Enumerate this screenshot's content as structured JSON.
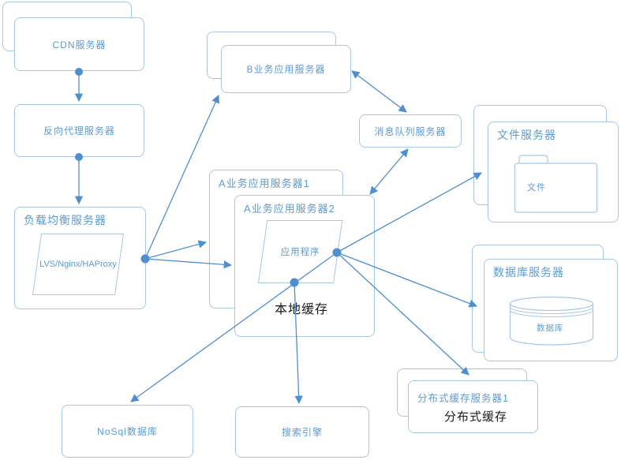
{
  "colors": {
    "box_border": "#a6c7e7",
    "label_blue": "#5b9bd5",
    "arrow_blue": "#4e8fd0",
    "text_black": "#1a1a1a",
    "background": "#ffffff"
  },
  "nodes": {
    "cdn": {
      "label": "CDN服务器"
    },
    "reverse_proxy": {
      "label": "反向代理服务器"
    },
    "load_balancer": {
      "label": "负载均衡服务器",
      "inner_label": "LVS/Nginx/HAProxy"
    },
    "b_app_server": {
      "label": "B业务应用服务器"
    },
    "message_queue": {
      "label": "消息队列服务器"
    },
    "a_app_server_1": {
      "label": "A业务应用服务器1"
    },
    "a_app_server_2": {
      "label": "A业务应用服务器2"
    },
    "application": {
      "label": "应用程序"
    },
    "local_cache": {
      "label": "本地缓存"
    },
    "file_server": {
      "label": "文件服务器",
      "inner_label": "文件"
    },
    "database_server": {
      "label": "数据库服务器",
      "inner_label": "数据库"
    },
    "distributed_cache_server": {
      "label": "分布式缓存服务器1",
      "inner_label": "分布式缓存"
    },
    "nosql_db": {
      "label": "NoSql数据库"
    },
    "search_engine": {
      "label": "搜索引擎"
    }
  },
  "edges": [
    {
      "from": "CDN服务器",
      "to": "反向代理服务器",
      "style": "arrow"
    },
    {
      "from": "反向代理服务器",
      "to": "负载均衡服务器",
      "style": "arrow"
    },
    {
      "from": "负载均衡服务器",
      "to": "B业务应用服务器",
      "style": "arrow"
    },
    {
      "from": "负载均衡服务器",
      "to": "A业务应用服务器1",
      "style": "arrow"
    },
    {
      "from": "负载均衡服务器",
      "to": "A业务应用服务器2",
      "style": "arrow"
    },
    {
      "from": "B业务应用服务器",
      "to": "消息队列服务器",
      "style": "double-arrow"
    },
    {
      "from": "A业务应用服务器2",
      "to": "消息队列服务器",
      "style": "double-arrow"
    },
    {
      "from": "应用程序",
      "to": "文件服务器",
      "style": "arrow"
    },
    {
      "from": "应用程序",
      "to": "数据库服务器",
      "style": "arrow"
    },
    {
      "from": "应用程序",
      "to": "分布式缓存服务器1",
      "style": "arrow"
    },
    {
      "from": "应用程序",
      "to": "NoSql数据库",
      "style": "arrow"
    },
    {
      "from": "本地缓存",
      "to": "搜索引擎",
      "style": "arrow"
    }
  ]
}
